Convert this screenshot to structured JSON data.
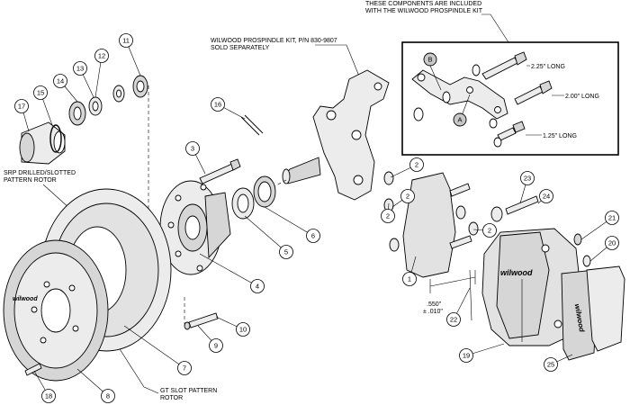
{
  "notes": {
    "prospindle_line1": "WILWOOD PROSPINDLE KIT, P/N 830-9807",
    "prospindle_line2": "SOLD SEPARATELY",
    "included_line1": "THESE COMPONENTS ARE INCLUDED",
    "included_line2": "WITH THE WILWOOD PROSPINDLE KIT",
    "srp_line1": "SRP DRILLED/SLOTTED",
    "srp_line2": "PATTERN ROTOR",
    "gt_line1": "GT SLOT PATTERN",
    "gt_line2": "ROTOR"
  },
  "bolt_lengths": [
    "2.25\" LONG",
    "2.00\" LONG",
    "1.25\" LONG"
  ],
  "dimension": {
    "line1": ".550\"",
    "line2": "± .010\""
  },
  "letter_callouts": [
    "B",
    "A"
  ],
  "part_numbers": [
    "1",
    "2",
    "2",
    "2",
    "2",
    "3",
    "4",
    "5",
    "6",
    "7",
    "8",
    "9",
    "10",
    "11",
    "12",
    "13",
    "14",
    "15",
    "16",
    "17",
    "18",
    "19",
    "20",
    "21",
    "22",
    "23",
    "24",
    "25"
  ],
  "brand": "wilwood",
  "colors": {
    "ink": "#000000",
    "fill_light": "#ececec",
    "fill_mid": "#d6d6d6",
    "fill_dark": "#b9b9b9",
    "callout_fill": "#ffffff",
    "letter_fill": "#c8c8c8"
  }
}
